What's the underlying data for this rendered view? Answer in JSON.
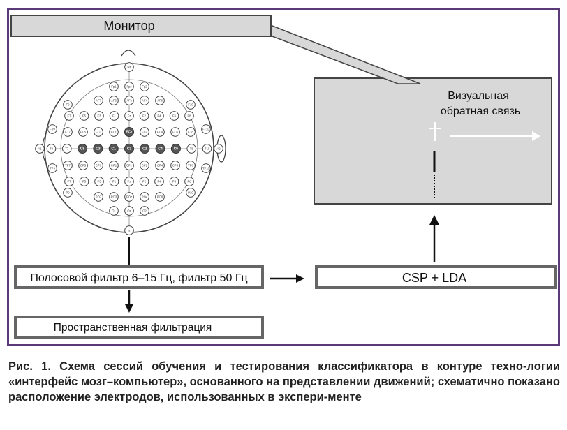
{
  "diagram": {
    "monitor_label": "Монитор",
    "feedback_label_line1": "Визуальная",
    "feedback_label_line2": "обратная связь",
    "filter_label": "Полосовой фильтр 6–15 Гц, фильтр 50 Гц",
    "classifier_label": "CSP + LDA",
    "spatial_label": "Пространственная фильтрация",
    "colors": {
      "frame": "#5a3a78",
      "box_fill": "#d8d8d8",
      "box_border": "#555555",
      "active_electrode": "#555555"
    }
  },
  "electrodes": {
    "nasion": "Nz",
    "inion": "Iz",
    "ear_left": "A1",
    "ear_right": "A2",
    "row_fp": [
      "Fp1",
      "Fpz",
      "Fp2"
    ],
    "row_af": [
      "AF7",
      "AF3",
      "AFz",
      "AF4",
      "AF8"
    ],
    "row_f": [
      "F7",
      "F5",
      "F3",
      "F1",
      "Fz",
      "F2",
      "F4",
      "F6",
      "F8"
    ],
    "row_fc": [
      "FT7",
      "FC5",
      "FC3",
      "FC1",
      "FCz",
      "FC2",
      "FC4",
      "FC6",
      "FT8"
    ],
    "row_c": [
      "T9",
      "T7",
      "C5",
      "C3",
      "C1",
      "Cz",
      "C2",
      "C4",
      "C6",
      "T8",
      "T10"
    ],
    "row_cp": [
      "TP7",
      "CP5",
      "CP3",
      "CP1",
      "CPz",
      "CP2",
      "CP4",
      "CP6",
      "TP8"
    ],
    "row_p": [
      "P7",
      "P5",
      "P3",
      "P1",
      "Pz",
      "P2",
      "P4",
      "P6",
      "P8"
    ],
    "row_po": [
      "PO7",
      "PO3",
      "POz",
      "PO4",
      "PO8"
    ],
    "row_o": [
      "O1",
      "Oz",
      "O2"
    ],
    "outer_left": [
      "F9",
      "FT9",
      "TP9",
      "P9"
    ],
    "outer_right": [
      "F10",
      "FT10",
      "TP10",
      "P10"
    ],
    "active": [
      "FCz",
      "C5",
      "C3",
      "C1",
      "Cz",
      "C2",
      "C4",
      "C6"
    ]
  },
  "caption": "Рис. 1. Схема сессий обучения и тестирования классификатора в контуре техно-логии «интерфейс мозг–компьютер», основанного на представлении движений; схематично показано расположение электродов, использованных в экспери-менте"
}
